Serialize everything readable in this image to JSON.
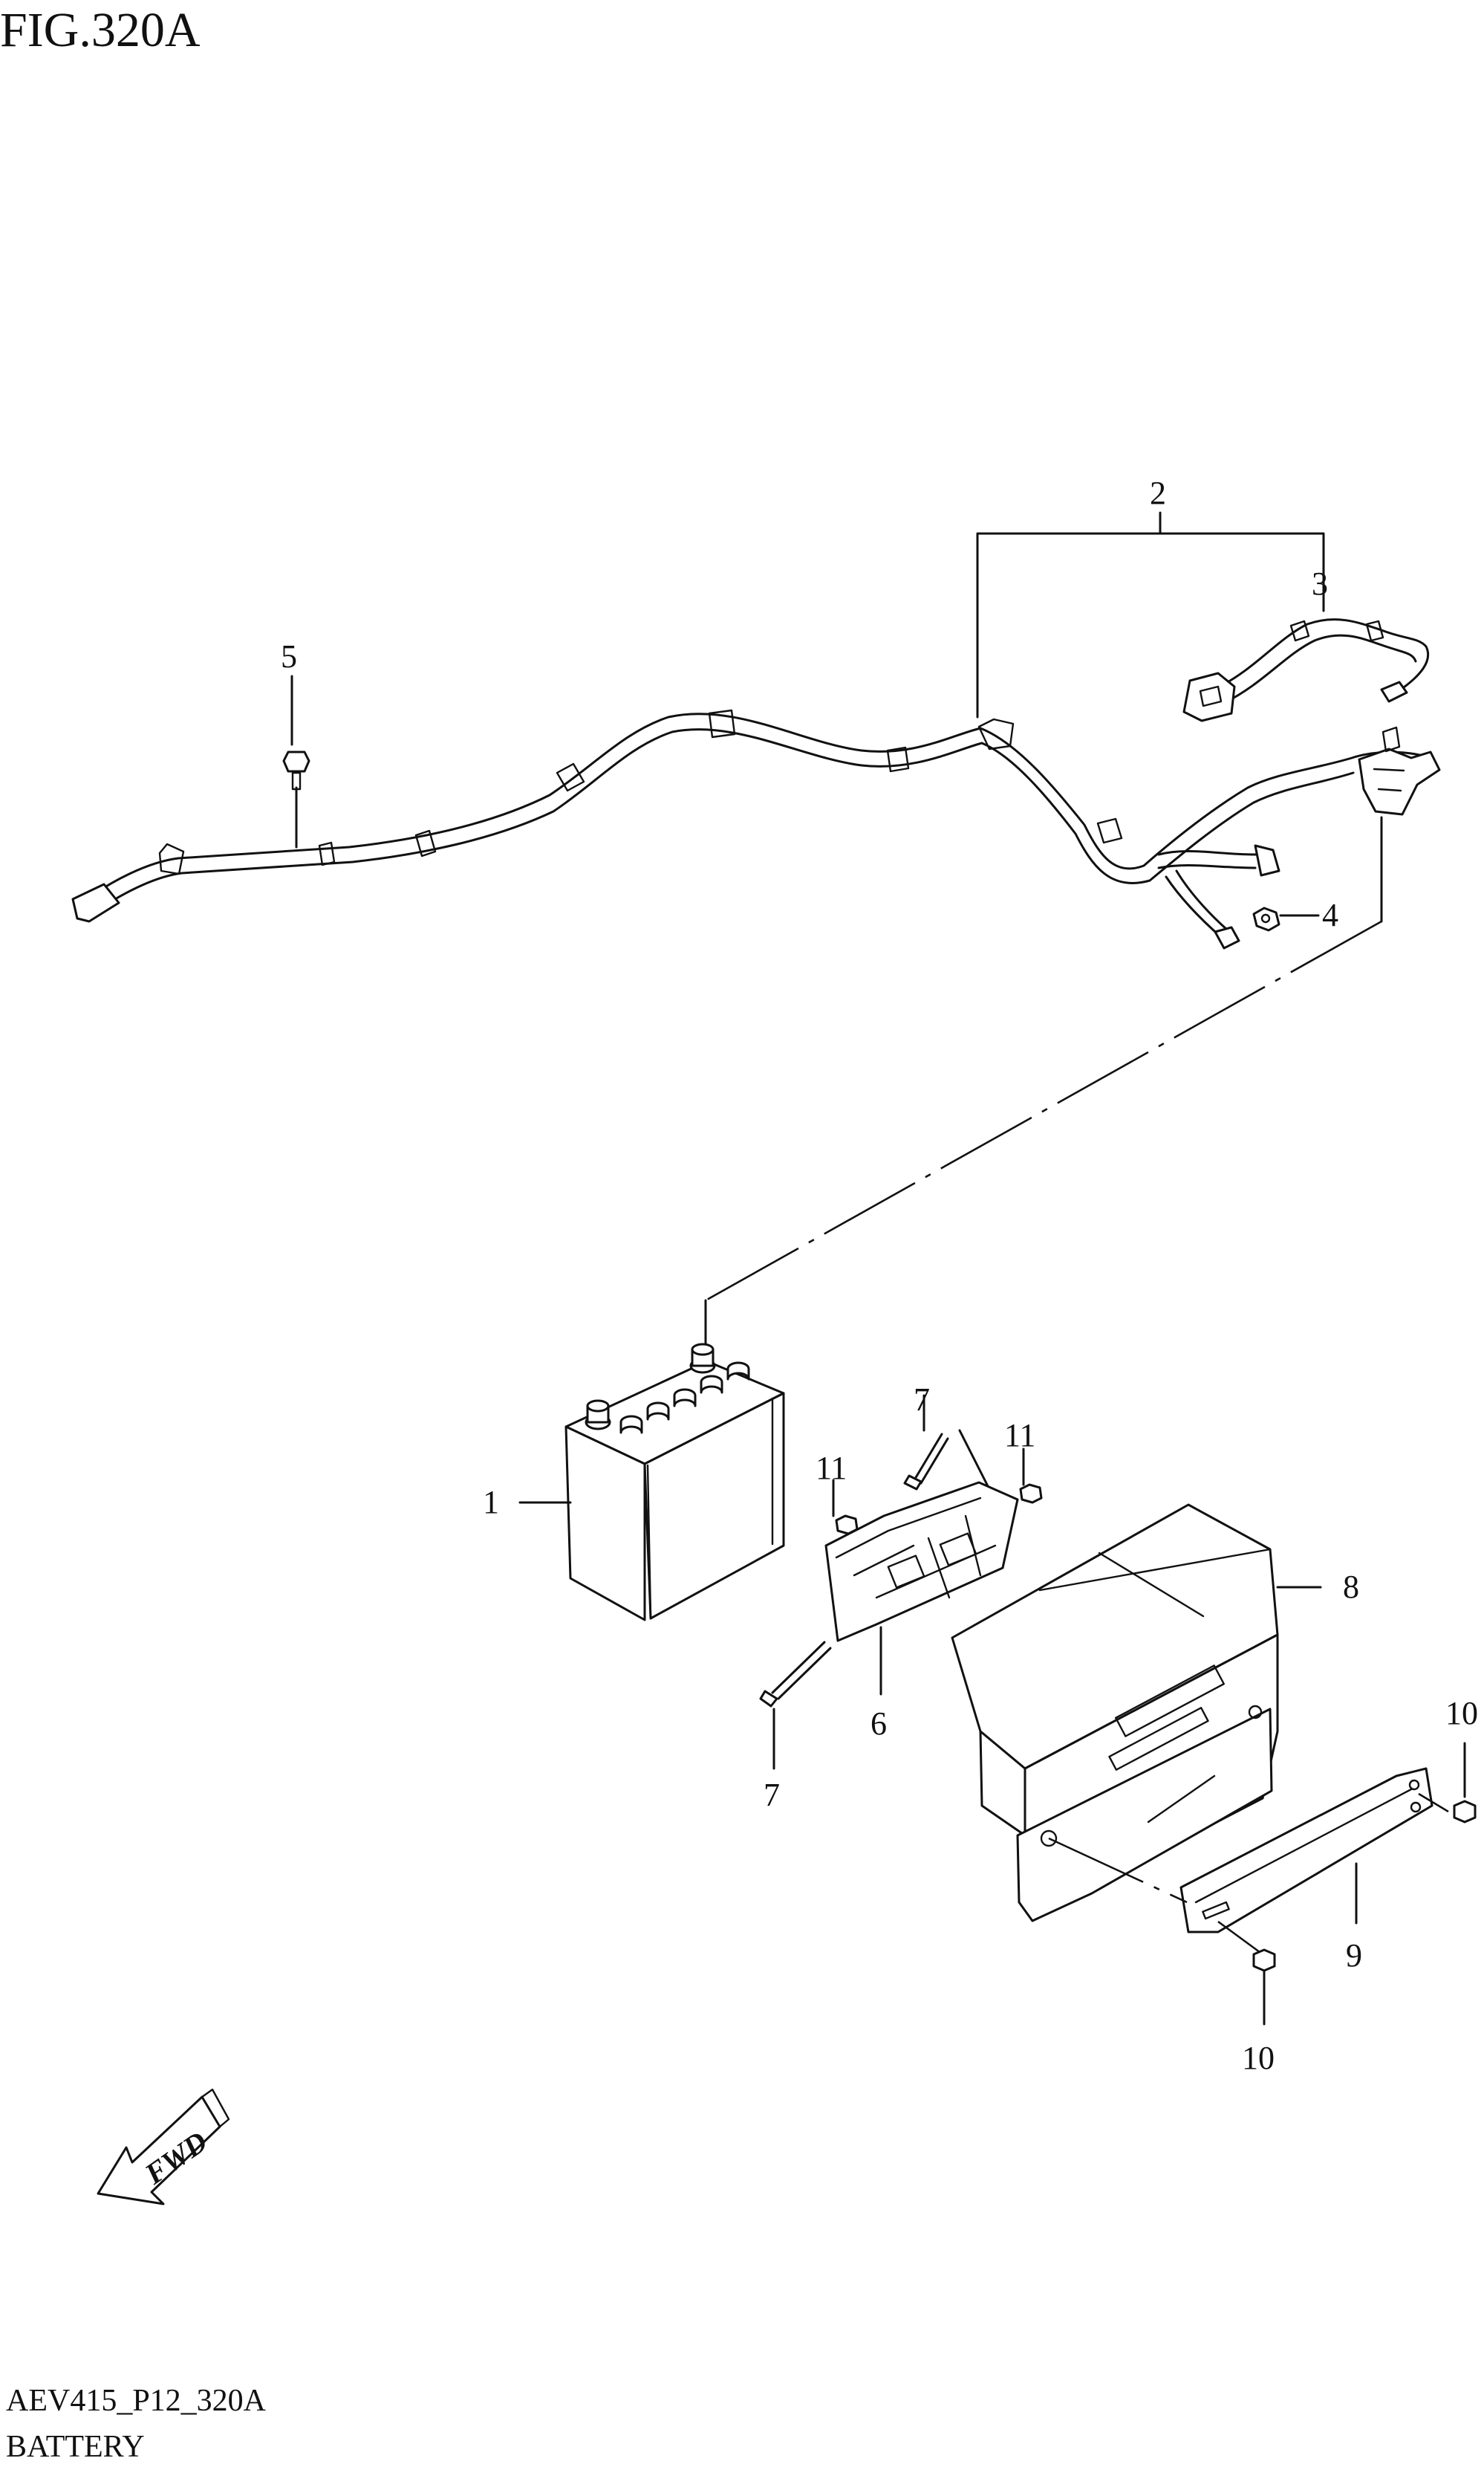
{
  "figure": {
    "title": "FIG.320A",
    "code": "AEV415_P12_320A",
    "caption": "BATTERY"
  },
  "fwd_badge": "FWD",
  "callouts": {
    "c1": "1",
    "c2": "2",
    "c3": "3",
    "c4": "4",
    "c5": "5",
    "c6": "6",
    "c7a": "7",
    "c7b": "7",
    "c8": "8",
    "c9": "9",
    "c10a": "10",
    "c10b": "10",
    "c11a": "11",
    "c11b": "11"
  }
}
